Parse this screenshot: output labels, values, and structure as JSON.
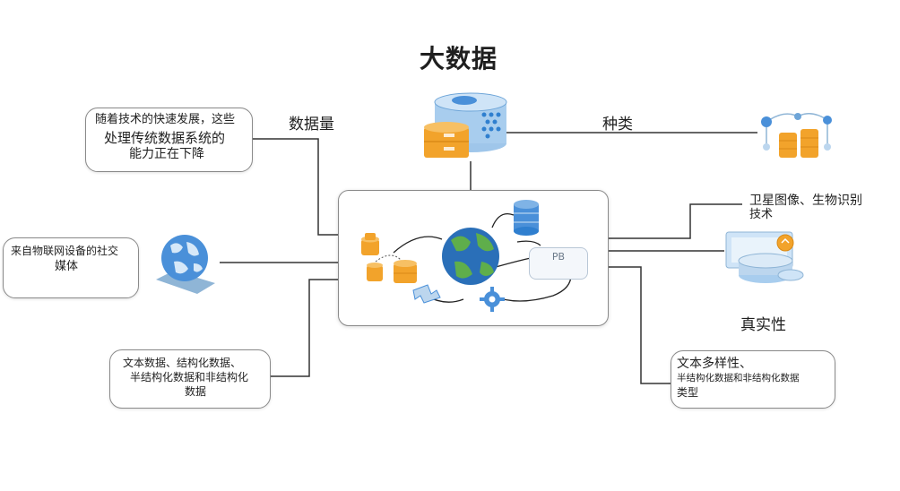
{
  "title": "大数据",
  "labels": {
    "volume": "数据量",
    "variety": "种类",
    "veracity": "真实性"
  },
  "callouts": {
    "tech_line1": "随着技术的快速发展，这些",
    "tech_line2": "处理传统数据系统的",
    "tech_line3": "能力正在下降",
    "iot_line1": "来自物联网设备的社交",
    "iot_line2": "媒体",
    "struct_line1": "文本数据、结构化数据、",
    "struct_line2": "半结构化数据和非结构化",
    "struct_line3": "数据",
    "satellite_line1": "卫星图像、生物识别",
    "satellite_line2": "技术",
    "textdiv_line1": "文本多样性、",
    "textdiv_line2": "半结构化数据和非结构化数据",
    "textdiv_line3": "类型"
  },
  "center": {
    "pb_label": "PB"
  },
  "icons": {
    "top": "database-stack-icon",
    "right_top": "network-database-icon",
    "right_mid": "monitor-database-icon",
    "left": "globe-laptop-icon"
  },
  "colors": {
    "accent_blue": "#4a90d9",
    "accent_orange": "#f2a32b",
    "line": "#333333",
    "box_border": "#8a8a8a"
  }
}
